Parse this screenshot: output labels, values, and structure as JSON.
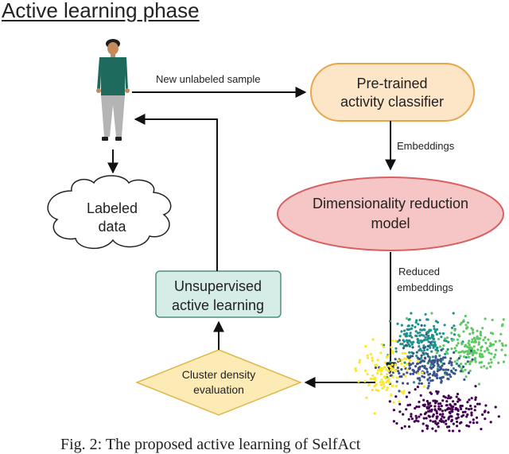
{
  "title": "Active learning phase",
  "caption": "Fig. 2: The proposed active learning of SelfAct",
  "nodes": {
    "classifier": {
      "line1": "Pre-trained",
      "line2": "activity classifier",
      "fill": "#fde5c8",
      "stroke": "#e8a64a"
    },
    "dim_reduction": {
      "line1": "Dimensionality reduction",
      "line2": "model",
      "fill": "#f6c5c5",
      "stroke": "#d86060"
    },
    "active_learning": {
      "line1": "Unsupervised",
      "line2": "active learning",
      "fill": "#d6ede7",
      "stroke": "#4e8f80"
    },
    "cluster_density": {
      "line1": "Cluster density",
      "line2": "evaluation",
      "fill": "#fdebb6",
      "stroke": "#e0b84a"
    },
    "labeled_data": {
      "line1": "Labeled",
      "line2": "data"
    }
  },
  "edges": {
    "new_sample": "New unlabeled sample",
    "embeddings": "Embeddings",
    "reduced_line1": "Reduced",
    "reduced_line2": "embeddings"
  },
  "person": {
    "shirt": "#1e6b5e",
    "pants": "#b4b4b4",
    "skin": "#c58a5c",
    "hair": "#1e1e1e"
  },
  "scatter_colors": [
    "#440154",
    "#3b528b",
    "#21918c",
    "#5ec962",
    "#fde725"
  ]
}
